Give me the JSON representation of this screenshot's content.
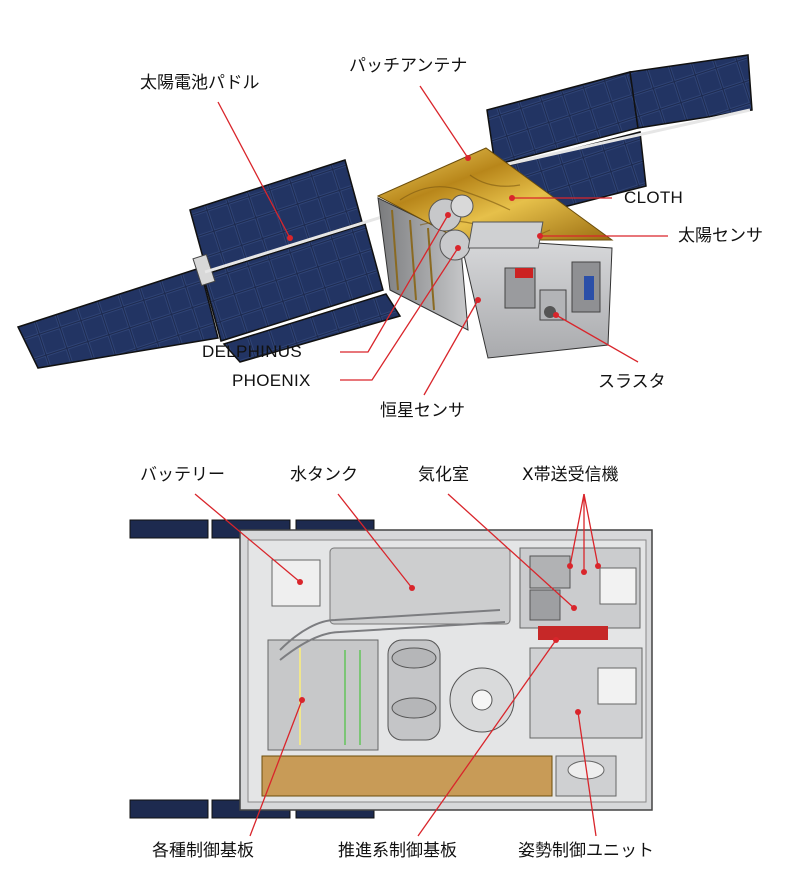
{
  "colors": {
    "leader": "#d9252b",
    "gold_foil": "#d4a92a",
    "solar_panel": "#1d2a4f",
    "body_grey": "#bfc0c2"
  },
  "upper_labels": {
    "solar_paddle": "太陽電池パドル",
    "patch_antenna": "パッチアンテナ",
    "cloth": "CLOTH",
    "sun_sensor": "太陽センサ",
    "delphinus": "DELPHINUS",
    "phoenix": "PHOENIX",
    "star_tracker": "恒星センサ",
    "thruster": "スラスタ"
  },
  "lower_labels": {
    "battery": "バッテリー",
    "water_tank": "水タンク",
    "vaporizer": "気化室",
    "x_band": "X帯送受信機",
    "control_boards": "各種制御基板",
    "propulsion_board": "推進系制御基板",
    "attitude_unit": "姿勢制御ユニット"
  }
}
